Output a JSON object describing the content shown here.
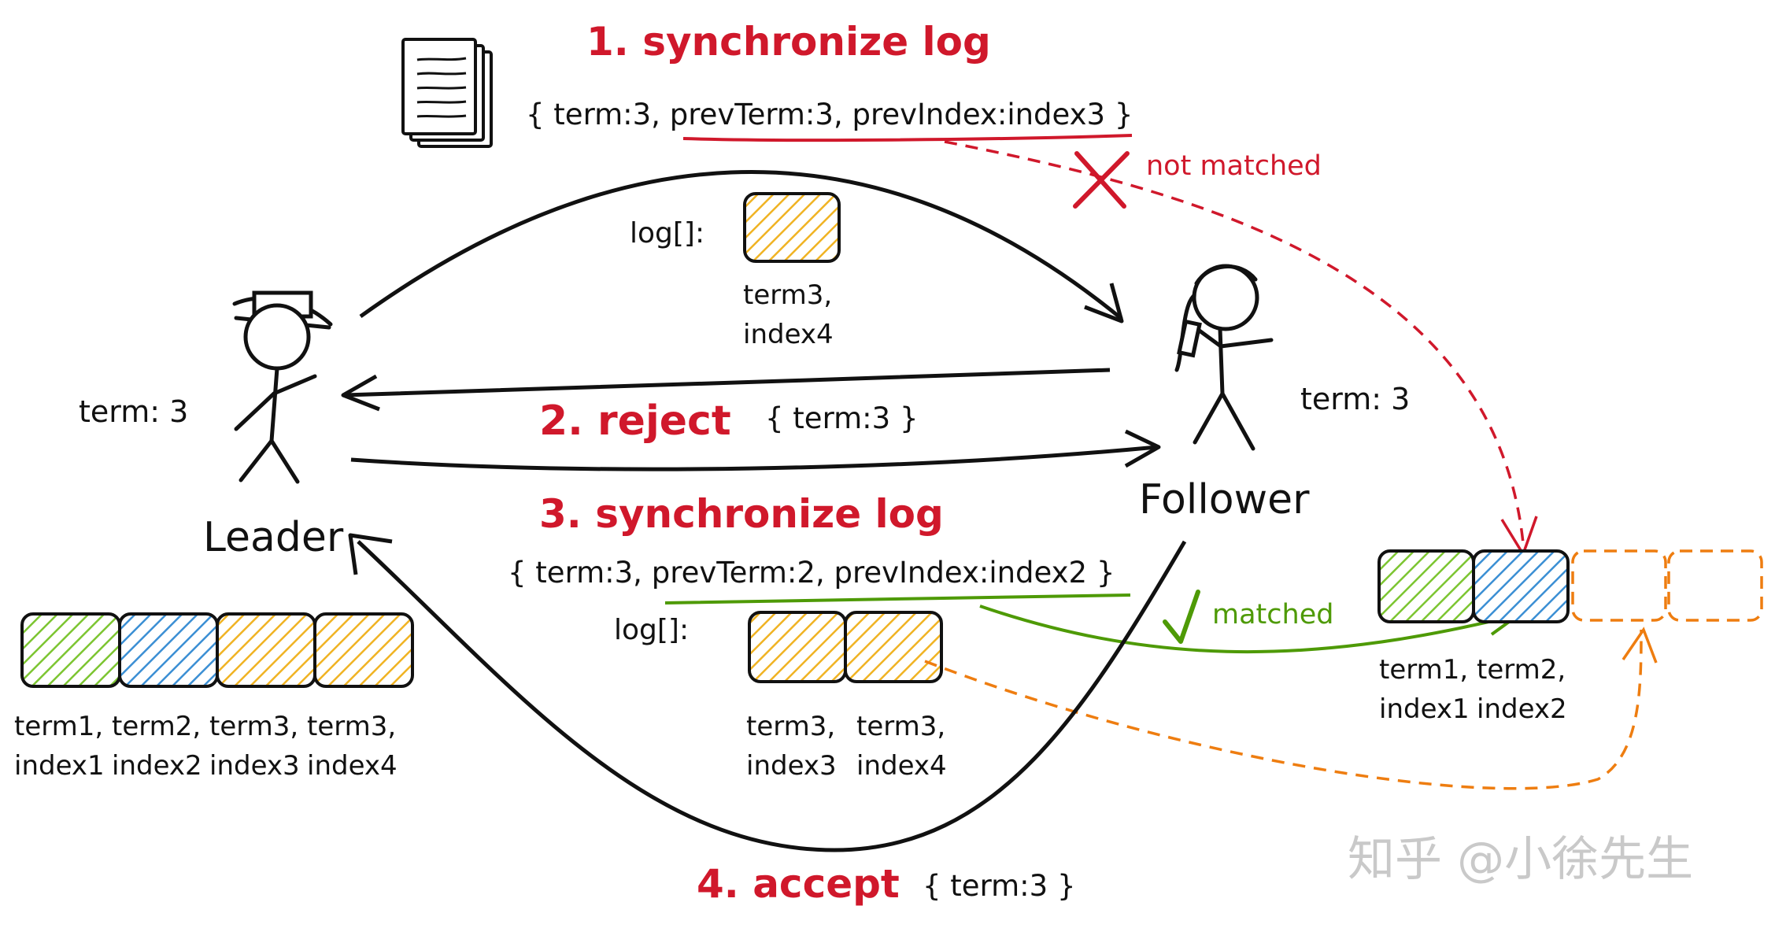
{
  "colors": {
    "ink": "#111111",
    "red": "#d0182b",
    "green": "#4e9a06",
    "green_fill": "#7cc531",
    "blue_fill": "#3b8fd4",
    "yellow_fill": "#f0b323",
    "orange": "#ee7d10",
    "watermark": "#c9c9c9"
  },
  "steps": {
    "step1": "1. synchronize log",
    "step2": "2. reject",
    "step3": "3. synchronize log",
    "step4": "4. accept"
  },
  "messages": {
    "msg1": "{ term:3, prevTerm:3, prevIndex:index3 }",
    "reject": "{ term:3 }",
    "msg3": "{ term:3, prevTerm:2, prevIndex:index2 }",
    "accept": "{ term:3 }"
  },
  "annotations": {
    "not_matched": "not matched",
    "matched": "matched",
    "log_label_1": "log[]:",
    "log_label_2": "log[]:"
  },
  "leader": {
    "label": "Leader",
    "term": "term: 3",
    "entries": [
      {
        "line1": "term1,",
        "line2": "index1"
      },
      {
        "line1": "term2,",
        "line2": "index2"
      },
      {
        "line1": "term3,",
        "line2": "index3"
      },
      {
        "line1": "term3,",
        "line2": "index4"
      }
    ]
  },
  "follower": {
    "label": "Follower",
    "term": "term: 3",
    "entries": [
      {
        "line1": "term1,",
        "line2": "index1"
      },
      {
        "line1": "term2,",
        "line2": "index2"
      }
    ]
  },
  "msg1_log": [
    {
      "line1": "term3,",
      "line2": "index4"
    }
  ],
  "msg3_log": [
    {
      "line1": "term3,",
      "line2": "index3"
    },
    {
      "line1": "term3,",
      "line2": "index4"
    }
  ],
  "watermark": "知乎 @小徐先生"
}
